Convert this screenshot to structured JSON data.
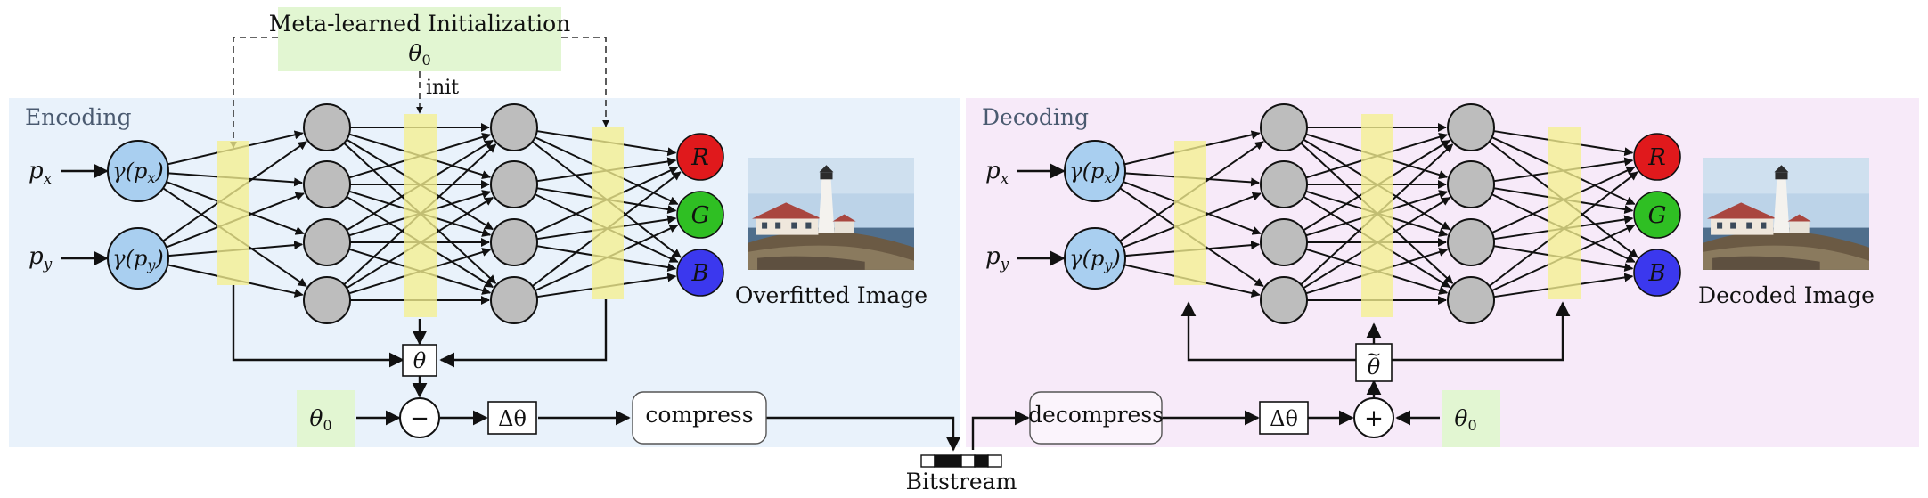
{
  "diagram": {
    "meta_init": {
      "line1": "Meta-learned Initialization",
      "line2": "θ",
      "sub": "0"
    },
    "init_label": "init",
    "encoding": {
      "title": "Encoding",
      "input_px": {
        "base": "p",
        "sub": "x"
      },
      "input_py": {
        "base": "p",
        "sub": "y"
      },
      "gamma_px": {
        "gamma": "γ(",
        "base": "p",
        "sub": "x",
        "close": ")"
      },
      "gamma_py": {
        "gamma": "γ(",
        "base": "p",
        "sub": "y",
        "close": ")"
      },
      "outputs": [
        "R",
        "G",
        "B"
      ],
      "image_caption": "Overfitted Image",
      "theta": "θ",
      "theta0": {
        "base": "θ",
        "sub": "0"
      },
      "minus": "−",
      "delta_theta": "Δθ",
      "compress": "compress"
    },
    "bitstream": "Bitstream",
    "decoding": {
      "title": "Decoding",
      "input_px": {
        "base": "p",
        "sub": "x"
      },
      "input_py": {
        "base": "p",
        "sub": "y"
      },
      "gamma_px": {
        "gamma": "γ(",
        "base": "p",
        "sub": "x",
        "close": ")"
      },
      "gamma_py": {
        "gamma": "γ(",
        "base": "p",
        "sub": "y",
        "close": ")"
      },
      "outputs": [
        "R",
        "G",
        "B"
      ],
      "image_caption": "Decoded Image",
      "theta_tilde": "θ",
      "tilde": "~",
      "theta0": {
        "base": "θ",
        "sub": "0"
      },
      "plus": "+",
      "delta_theta": "Δθ",
      "decompress": "decompress"
    },
    "colors": {
      "encoding_bg": "#e9f2fb",
      "decoding_bg": "#f7eaf9",
      "meta_bg": "#e2f6d2",
      "theta0_bg": "#e2f6d2",
      "gamma_node": "#a9cff0",
      "hidden_node": "#bdbdbd",
      "weight_band": "#f5ef8f",
      "out_r": "#e0191c",
      "out_g": "#2fbf23",
      "out_b": "#3b38ee"
    }
  }
}
